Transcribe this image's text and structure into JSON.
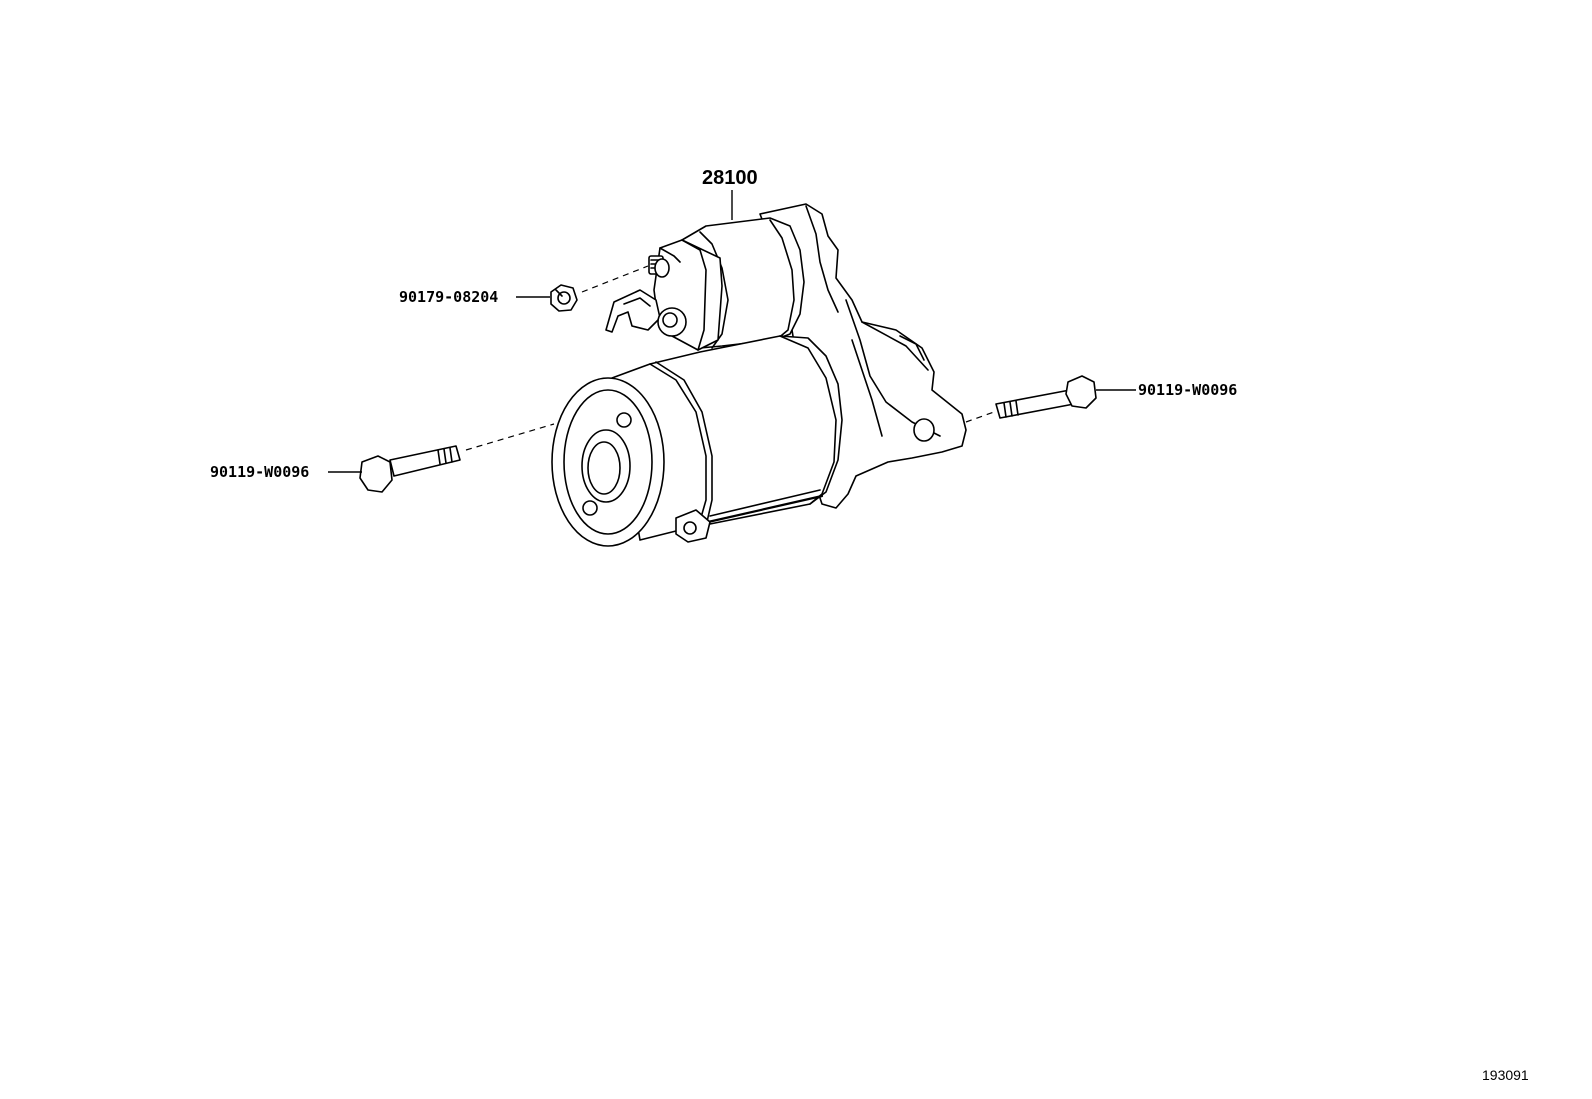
{
  "parts": {
    "starter": {
      "part_no": "28100"
    },
    "nut": {
      "part_no": "90179-08204"
    },
    "bolt_left": {
      "part_no": "90119-W0096"
    },
    "bolt_right": {
      "part_no": "90119-W0096"
    }
  },
  "figure_id": "193091",
  "colors": {
    "line": "#000000",
    "background": "#ffffff"
  }
}
